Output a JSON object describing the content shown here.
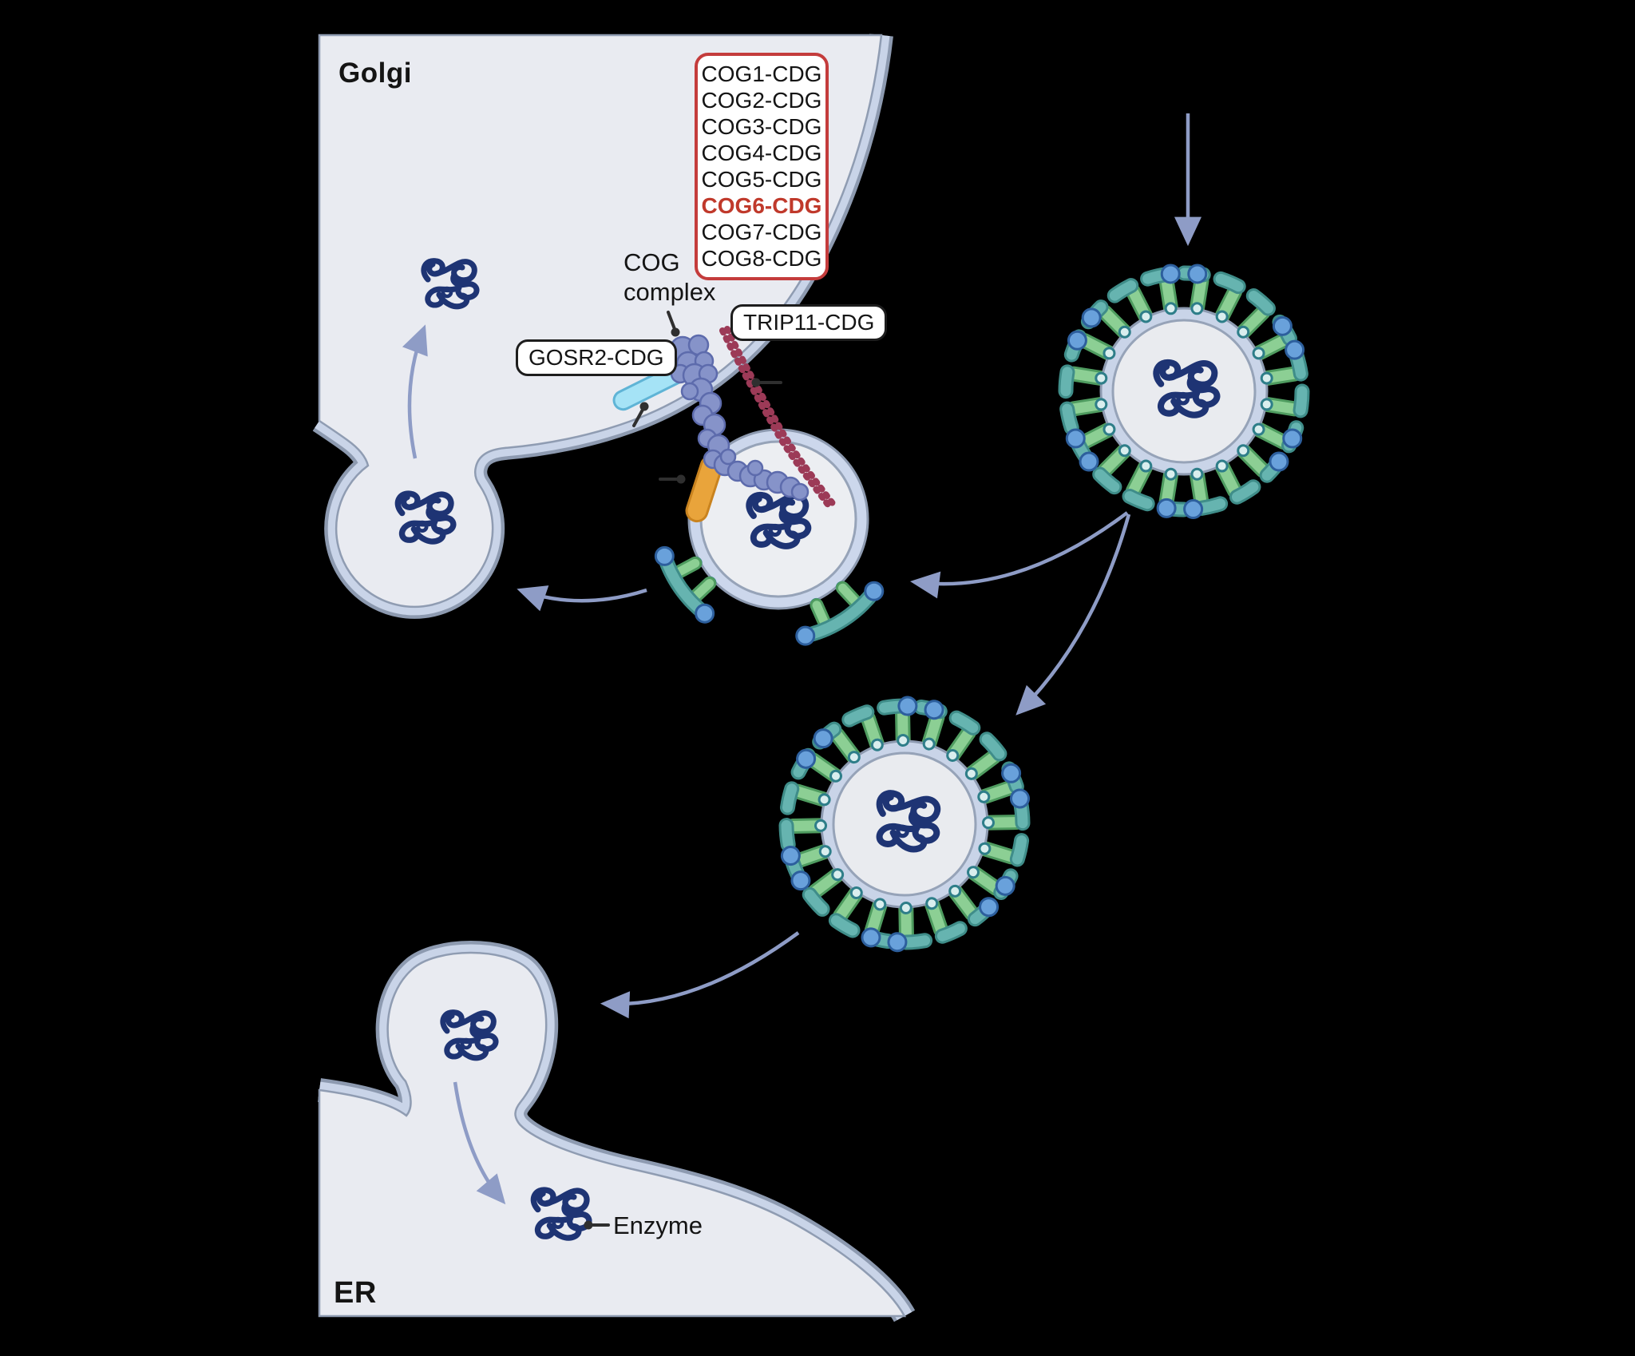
{
  "figure": {
    "description": "Retrograde vesicle transport from Golgi to ER with COG complex tethering",
    "background_color": "#000000"
  },
  "organelles": {
    "golgi": {
      "label": "Golgi"
    },
    "er": {
      "label": "ER"
    }
  },
  "annotations": {
    "cog_complex_line1": "COG",
    "cog_complex_line2": "complex",
    "gosr2": "GOSR2-CDG",
    "trip11": "TRIP11-CDG",
    "enzyme": "Enzyme"
  },
  "cog_panel": {
    "items": [
      "COG1-CDG",
      "COG2-CDG",
      "COG3-CDG",
      "COG4-CDG",
      "COG5-CDG",
      "COG6-CDG",
      "COG7-CDG",
      "COG8-CDG"
    ],
    "highlighted_item": "COG6-CDG"
  },
  "colors": {
    "highlight_red": "#c0392b",
    "panel_border_red": "#c43c3c",
    "arrow_periwinkle": "#8e9cc6",
    "membrane_band": "#c9d4e8",
    "membrane_line": "#8d9ab0",
    "organelle_fill": "#e9ebf1",
    "vesicle_lumen": "#e9ebef",
    "coat_teal": "#66b4b0",
    "coat_teal_dark": "#3f8d89",
    "spoke_green": "#8ccf94",
    "spoke_green_dark": "#4f9c60",
    "dot_blue": "#69a1db",
    "dot_blue_dark": "#2d5f9d",
    "enzyme_navy": "#1e3474",
    "cog_purple": "#8693c9",
    "cog_purple_dark": "#5d6bac",
    "trip11_maroon": "#9c3a57",
    "snare_orange": "#e9a43b",
    "snare_cyan": "#a5e3f6"
  },
  "icons": {
    "enzyme_glyph": "enzyme-squiggle-icon",
    "coated_vesicle": "copi-coated-vesicle",
    "callout": "callout-dot-pointer",
    "arrow": "transport-arrow"
  }
}
